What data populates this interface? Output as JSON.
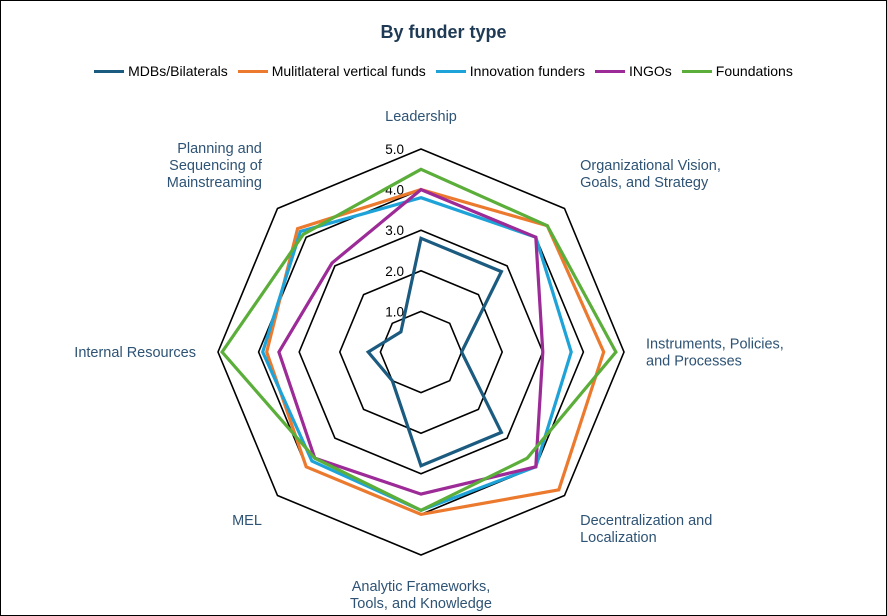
{
  "chart_data": {
    "type": "radar",
    "title": "By funder type",
    "axes": [
      [
        "Leadership"
      ],
      [
        "Organizational Vision,",
        "Goals, and Strategy"
      ],
      [
        "Instruments, Policies,",
        "and Processes"
      ],
      [
        "Decentralization and",
        "Localization"
      ],
      [
        "Analytic Frameworks,",
        "Tools, and Knowledge"
      ],
      [
        "MEL"
      ],
      [
        "Internal Resources"
      ],
      [
        "Planning and",
        "Sequencing of",
        "Mainstreaming"
      ]
    ],
    "ticks": [
      "1.0",
      "2.0",
      "3.0",
      "4.0",
      "5.0"
    ],
    "rmin": 0,
    "rmax": 5,
    "legend_position": "top",
    "series": [
      {
        "name": "MDBs/Bilaterals",
        "color": "#1b5b80",
        "values": [
          2.8,
          2.8,
          1.0,
          2.8,
          2.8,
          1.0,
          1.3,
          0.7
        ]
      },
      {
        "name": "Mulitlateral vertical funds",
        "color": "#ec7a2e",
        "values": [
          4.0,
          4.4,
          4.5,
          4.8,
          4.0,
          4.0,
          3.8,
          4.3
        ]
      },
      {
        "name": "Innovation funders",
        "color": "#1ea3d8",
        "values": [
          3.8,
          4.0,
          3.7,
          4.0,
          3.9,
          3.8,
          3.9,
          4.2
        ]
      },
      {
        "name": "INGOs",
        "color": "#9c2a97",
        "values": [
          4.0,
          4.0,
          3.0,
          4.0,
          3.5,
          3.7,
          3.5,
          3.1
        ]
      },
      {
        "name": "Foundations",
        "color": "#5bae3a",
        "values": [
          4.5,
          4.4,
          4.8,
          3.7,
          3.9,
          3.7,
          4.9,
          4.1
        ]
      }
    ]
  }
}
